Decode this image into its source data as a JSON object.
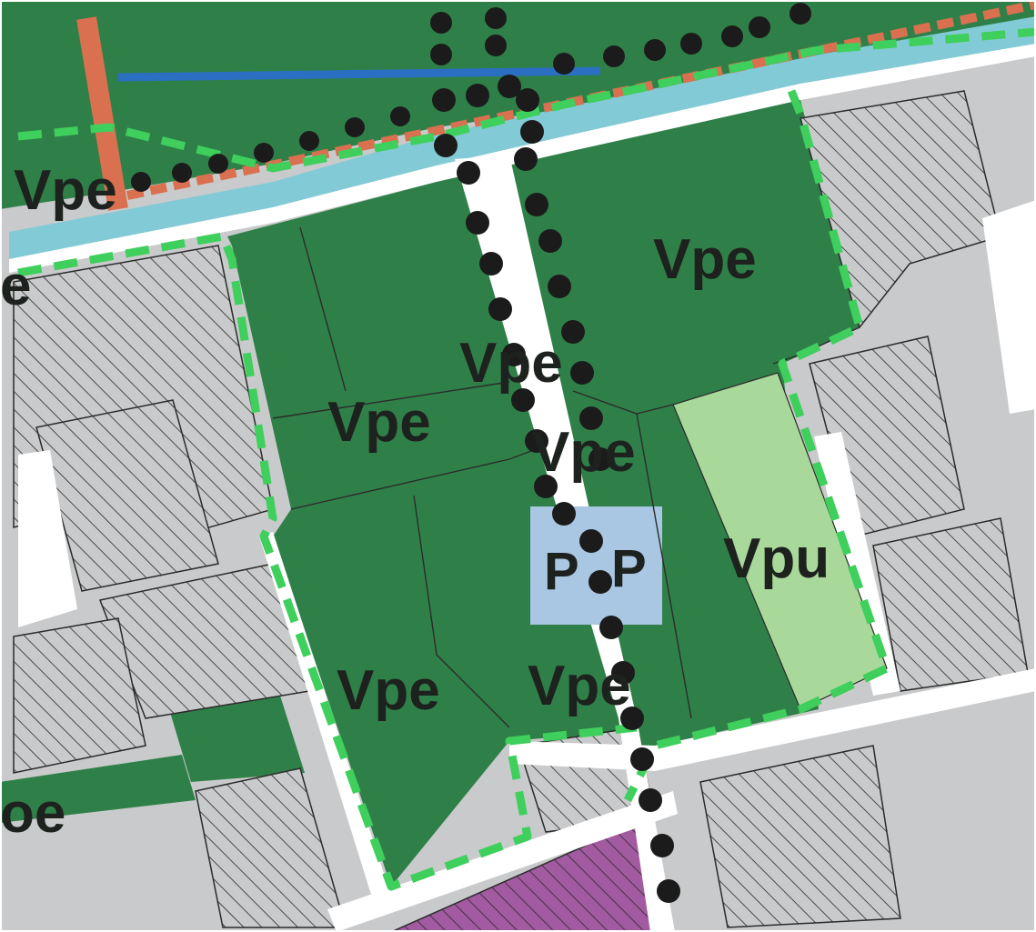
{
  "map": {
    "colors": {
      "built_land": "#c9cacb",
      "private_green": "#2f8048",
      "private_green_light": "#3a8f50",
      "public_green": "#a8d89a",
      "parking": "#a9c6e3",
      "special_zone": "#a25aa0",
      "road": "#ffffff",
      "canal": "#82cbd6",
      "boundary_dash": "#3ecf5c",
      "tree_row": "#1b1b1b",
      "water_line": "#2a6fc2",
      "brick_line": "#d9704f",
      "parcel_line": "#2b2b2b"
    },
    "labels": {
      "vpe_top_left": "Vpe",
      "vpe_left_edge": "e",
      "vpe_north_east": "Vpe",
      "vpe_centre_strip": "Vpe",
      "vpe_west": "Vpe",
      "vpe_centre": "Vpe",
      "vpu": "Vpu",
      "parking_1": "P",
      "parking_2": "P",
      "vpe_south_west": "Vpe",
      "vpe_south": "Vpe",
      "vpe_bottom_left": "oe"
    }
  }
}
